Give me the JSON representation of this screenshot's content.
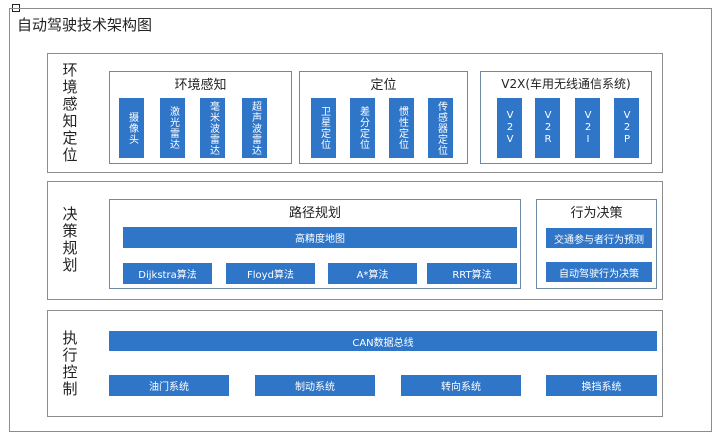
{
  "diagram": {
    "title": "自动驾驶技术架构图",
    "layers": {
      "perception": {
        "label": "环境感知定位",
        "groups": {
          "sensing": {
            "title": "环境感知",
            "items": [
              "摄像头",
              "激光雷达",
              "毫米波雷达",
              "超声波雷达"
            ]
          },
          "positioning": {
            "title": "定位",
            "items": [
              "卫星定位",
              "差分定位",
              "惯性定位",
              "传感器定位"
            ]
          },
          "v2x": {
            "title": "V2X(车用无线通信系统)",
            "items": [
              "V2V",
              "V2R",
              "V2I",
              "V2P"
            ]
          }
        }
      },
      "planning": {
        "label": "决策规划",
        "path": {
          "title": "路径规划",
          "map": "高精度地图",
          "algorithms": [
            "Dijkstra算法",
            "Floyd算法",
            "A*算法",
            "RRT算法"
          ]
        },
        "behavior": {
          "title": "行为决策",
          "items": [
            "交通参与者行为预测",
            "自动驾驶行为决策"
          ]
        }
      },
      "control": {
        "label": "执行控制",
        "bus": "CAN数据总线",
        "systems": [
          "油门系统",
          "制动系统",
          "转向系统",
          "换挡系统"
        ]
      }
    },
    "colors": {
      "accent": "#2f75c8",
      "frame": "#8c8c8c",
      "box": "#6f8aa6"
    }
  }
}
